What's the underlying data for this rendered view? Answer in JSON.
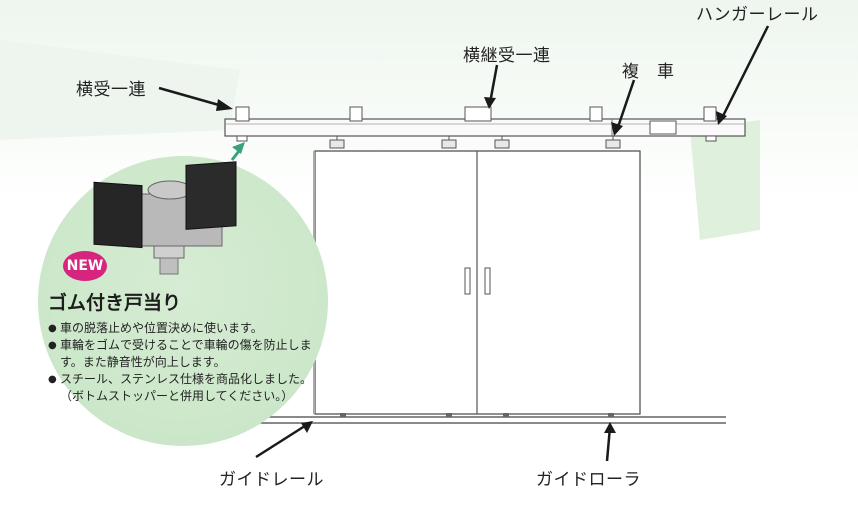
{
  "labels": {
    "hanger_rail": "ハンガーレール",
    "horizontal_joint_receiver": "横継受一連",
    "compound_wheel": "複　車",
    "horizontal_receiver": "横受一連",
    "guide_rail": "ガイドレール",
    "guide_roller": "ガイドローラ"
  },
  "callout": {
    "badge": "NEW",
    "title": "ゴム付き戸当り",
    "items": [
      "車の脱落止めや位置決めに使います。",
      "車輪をゴムで受けることで車輪の傷を防止します。また静音性が向上します。",
      "スチール、ステンレス仕様を商品化しました。（ボトムストッパーと併用してください。）"
    ]
  },
  "colors": {
    "accent_green": "#c6e3c3",
    "badge_pink": "#d6247f",
    "arrow_green": "#3aa37a"
  }
}
